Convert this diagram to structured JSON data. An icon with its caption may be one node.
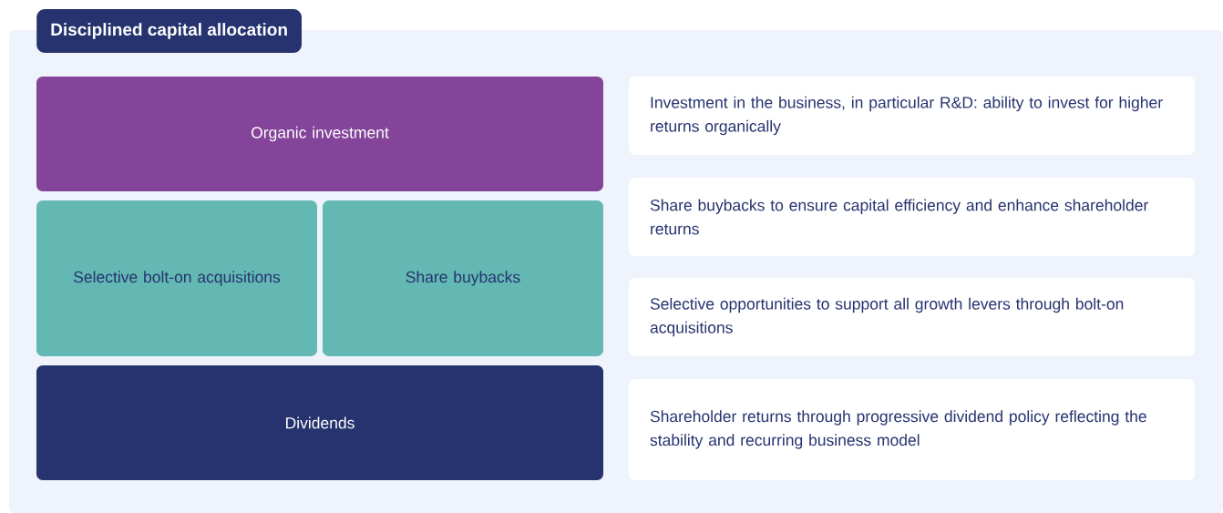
{
  "diagram": {
    "title": "Disciplined capital allocation",
    "nodes": [
      {
        "text": [
          "Organic investment"
        ]
      },
      {
        "text": [
          "Selective bolt-on acquisitions"
        ]
      },
      {
        "text": [
          "Share buybacks"
        ]
      },
      {
        "text": [
          "Dividends"
        ]
      },
      {
        "text": [
          "Investment in the business, in particular R&D: ability to invest for higher returns organically"
        ]
      },
      {
        "text": [
          "Share buybacks to ensure capital efficiency and enhance shareholder returns"
        ]
      },
      {
        "text": [
          "Selective opportunities to support all growth levers through bolt-on acquisitions"
        ]
      },
      {
        "text": [
          "Shareholder returns through progressive dividend policy reflecting the stability and recurring business model"
        ]
      }
    ]
  }
}
